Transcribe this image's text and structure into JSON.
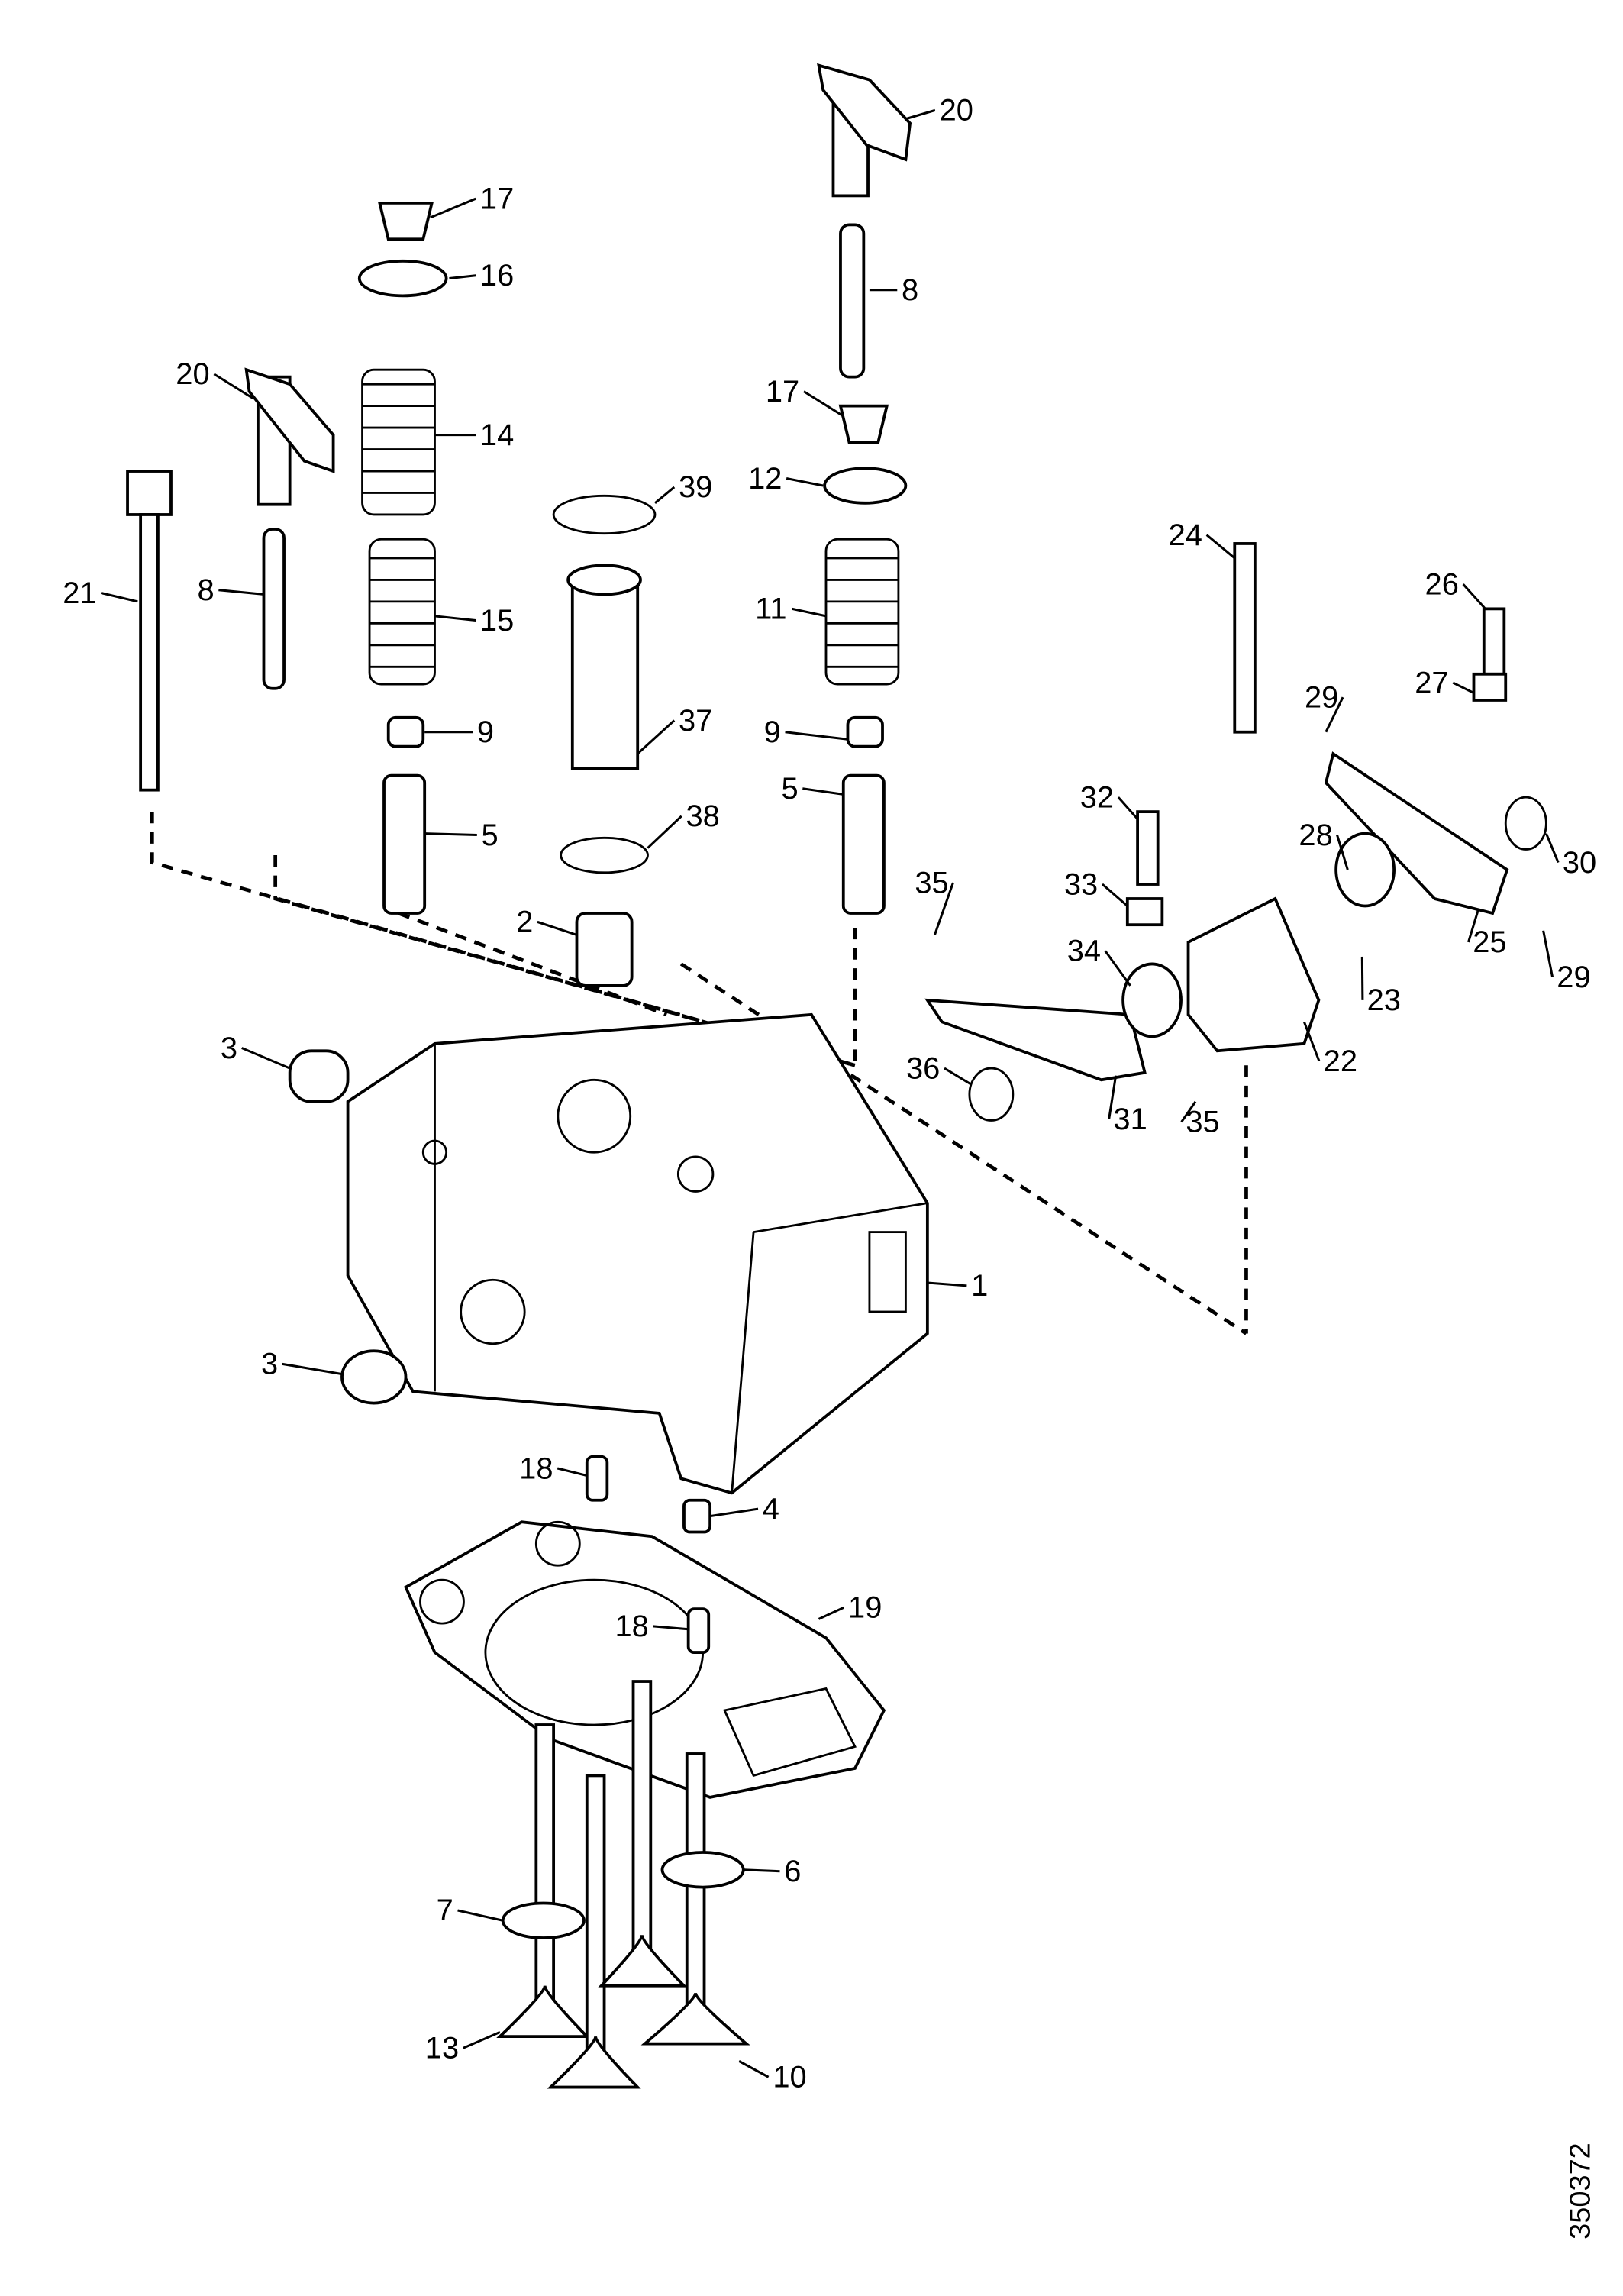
{
  "diagram": {
    "title": "Cylinder head exploded view",
    "reference_number": "350372",
    "callouts": [
      "17",
      "16",
      "20",
      "8",
      "20",
      "14",
      "39",
      "12",
      "17",
      "21",
      "8",
      "15",
      "11",
      "24",
      "26",
      "29",
      "27",
      "9",
      "37",
      "9",
      "5",
      "5",
      "32",
      "38",
      "28",
      "30",
      "35",
      "33",
      "2",
      "25",
      "29",
      "34",
      "23",
      "3",
      "22",
      "36",
      "31",
      "35",
      "1",
      "3",
      "18",
      "4",
      "19",
      "18",
      "6",
      "7",
      "13",
      "10"
    ]
  }
}
